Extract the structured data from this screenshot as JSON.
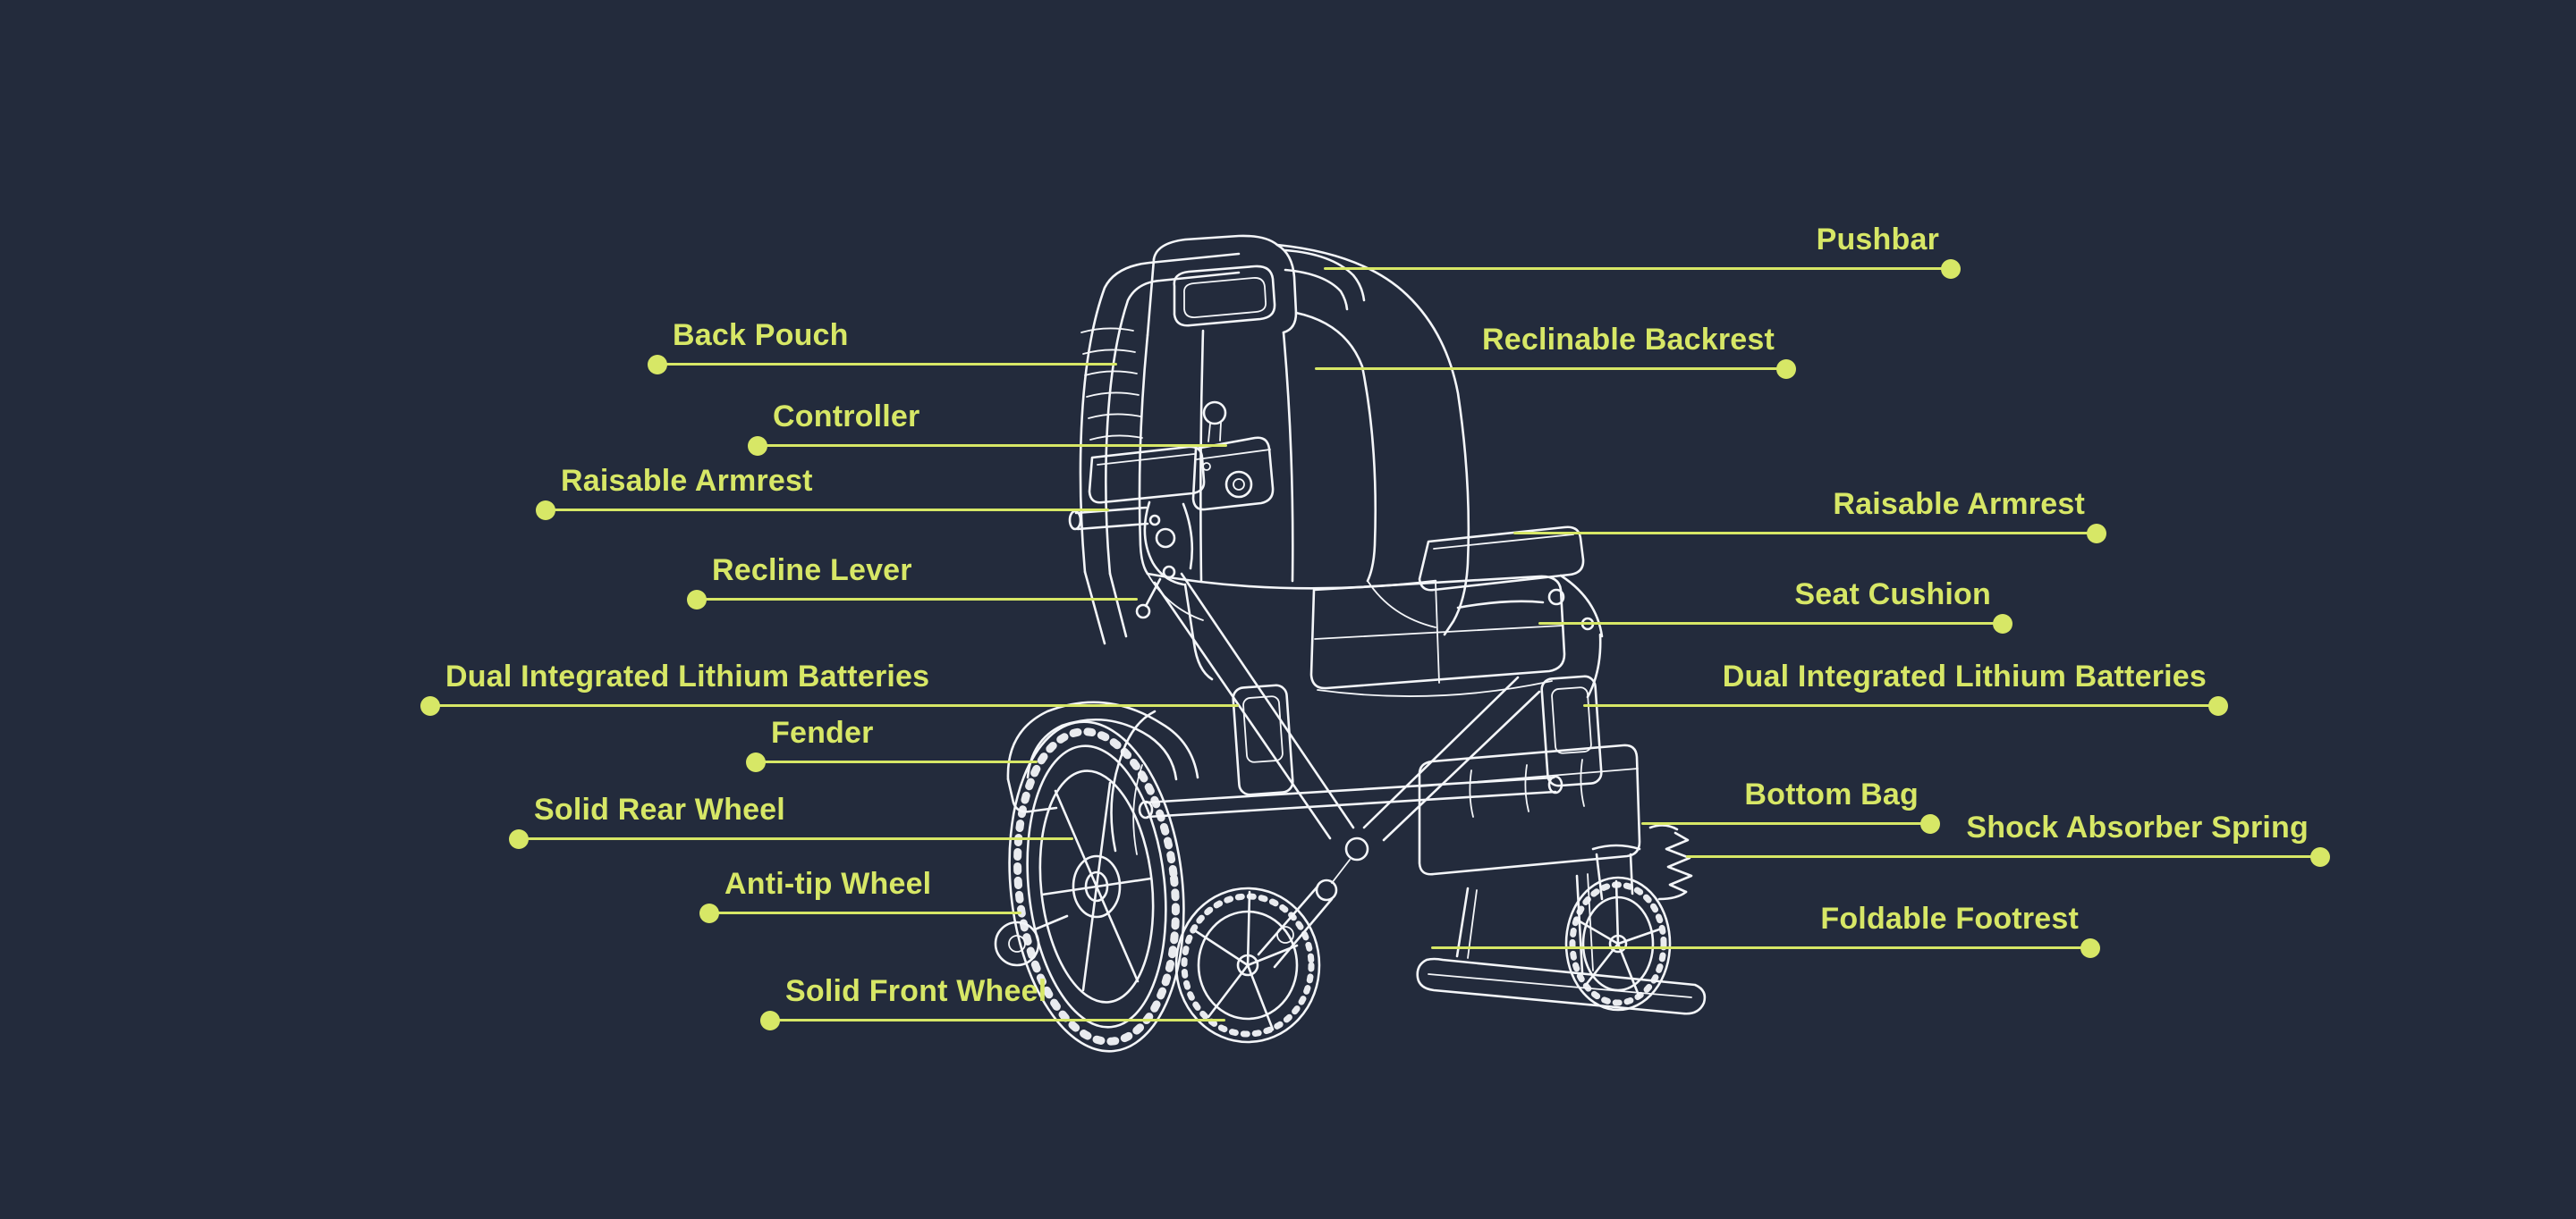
{
  "theme": {
    "background": "#232B3C",
    "accent": "#D7E766",
    "drawing": "#F4F6F9"
  },
  "diagram": {
    "subject": "electric-wheelchair-line-drawing",
    "labels": {
      "pushbar": "Pushbar",
      "back_pouch": "Back Pouch",
      "reclinable_backrest": "Reclinable Backrest",
      "controller": "Controller",
      "raisable_armrest_left": "Raisable Armrest",
      "raisable_armrest_right": "Raisable Armrest",
      "recline_lever": "Recline Lever",
      "seat_cushion": "Seat Cushion",
      "dual_batteries_left": "Dual Integrated Lithium Batteries",
      "dual_batteries_right": "Dual Integrated Lithium Batteries",
      "fender": "Fender",
      "bottom_bag": "Bottom Bag",
      "solid_rear_wheel": "Solid Rear Wheel",
      "shock_absorber_spring": "Shock Absorber Spring",
      "anti_tip_wheel": "Anti-tip Wheel",
      "foldable_footrest": "Foldable Footrest",
      "solid_front_wheel": "Solid Front Wheel"
    }
  }
}
